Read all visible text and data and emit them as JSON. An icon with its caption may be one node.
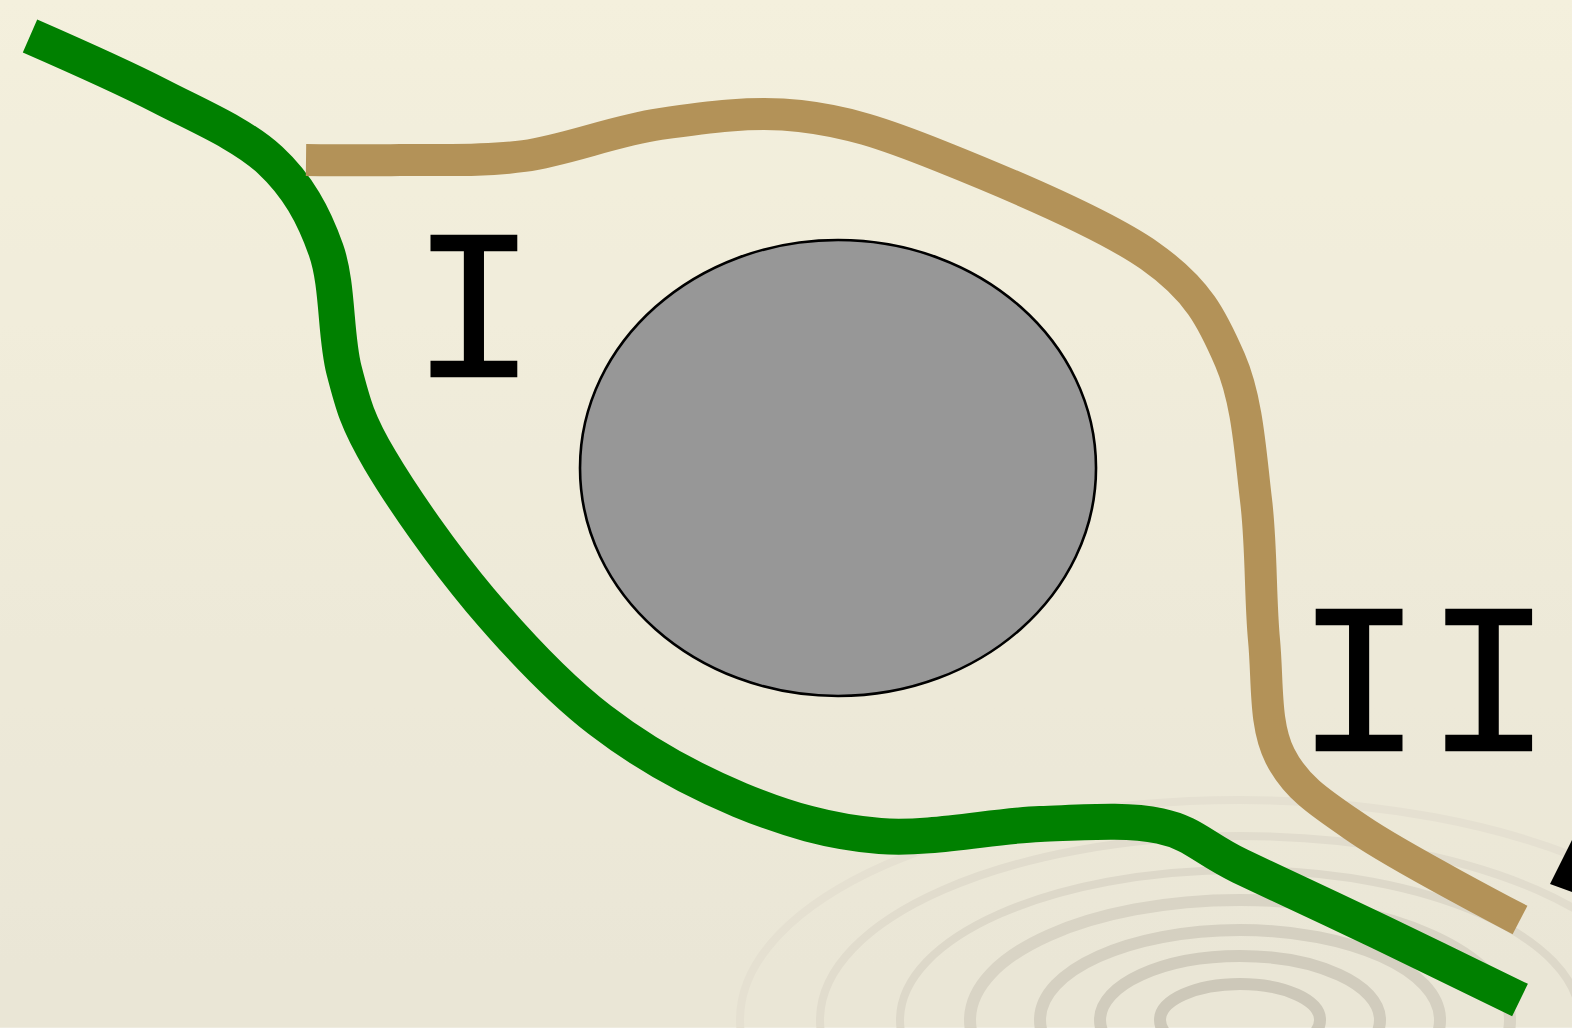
{
  "diagram": {
    "nodes": [
      {
        "text": [],
        "shape": "circle"
      }
    ],
    "labels": [
      "I",
      "II"
    ]
  }
}
